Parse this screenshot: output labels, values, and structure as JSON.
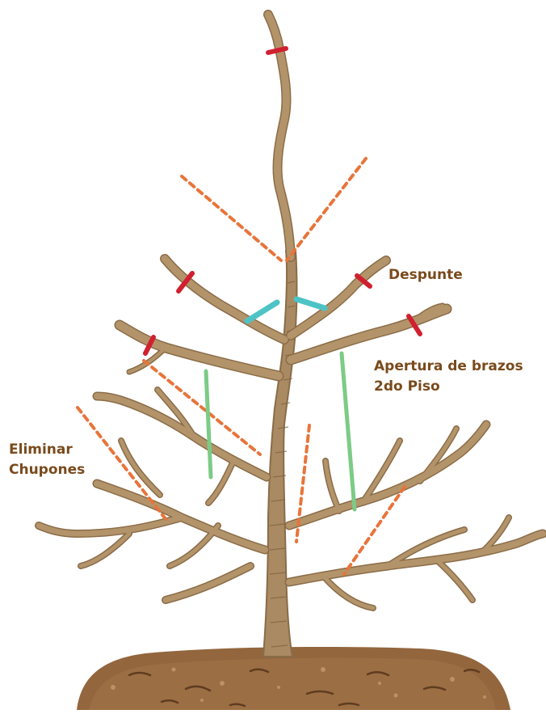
{
  "labels": {
    "despunte": "Despunte",
    "apertura_line1": "Apertura de brazos",
    "apertura_line2": "2do Piso",
    "eliminar_line1": "Eliminar",
    "eliminar_line2": "Chupones"
  },
  "colors": {
    "label_text": "#7a4a1c",
    "branch": "#b3946a",
    "branch_outline": "#8a6c48",
    "trunk": "#a98a62",
    "cut_mark": "#d0202f",
    "prune_line": "#e8743a",
    "spreader_green": "#7ccb86",
    "spreader_teal": "#4ec3c6",
    "soil": "#93663e",
    "soil_dark": "#6b4526"
  }
}
